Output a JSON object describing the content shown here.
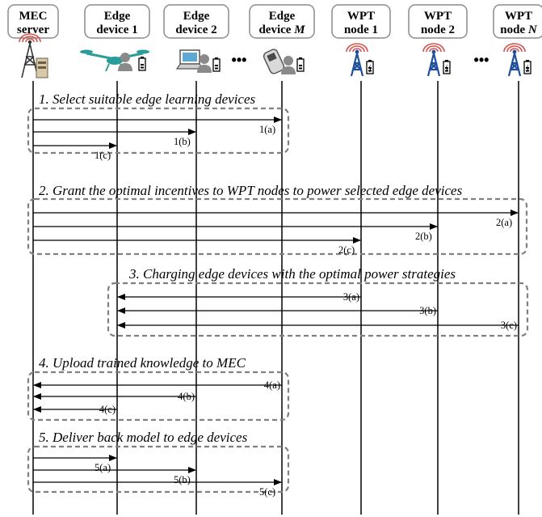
{
  "participants": [
    {
      "line1": "MEC",
      "line2": "server",
      "line2_italic_suffix": "",
      "icon": "mec-server-tower-icon"
    },
    {
      "line1": "Edge",
      "line2": "device 1",
      "line2_italic_suffix": "",
      "icon": "drone-icon"
    },
    {
      "line1": "Edge",
      "line2": "device 2",
      "line2_italic_suffix": "",
      "icon": "laptop-icon"
    },
    {
      "line1": "Edge",
      "line2": "device ",
      "line2_italic_suffix": "M",
      "icon": "mobile-phone-icon"
    },
    {
      "line1": "WPT",
      "line2": "node 1",
      "line2_italic_suffix": "",
      "icon": "wpt-tower-icon"
    },
    {
      "line1": "WPT",
      "line2": "node 2",
      "line2_italic_suffix": "",
      "icon": "wpt-tower-icon"
    },
    {
      "line1": "WPT",
      "line2": "node ",
      "line2_italic_suffix": "N",
      "icon": "wpt-tower-icon"
    }
  ],
  "ellipsis": "•••",
  "steps": [
    {
      "title": "1. Select suitable edge learning devices",
      "messages": [
        {
          "from": 0,
          "to": 3,
          "label": "1(a)"
        },
        {
          "from": 0,
          "to": 2,
          "label": "1(b)"
        },
        {
          "from": 0,
          "to": 1,
          "label": "1(c)"
        }
      ]
    },
    {
      "title": "2. Grant the optimal incentives to WPT nodes to power selected edge devices",
      "messages": [
        {
          "from": 0,
          "to": 6,
          "label": "2(a)"
        },
        {
          "from": 0,
          "to": 5,
          "label": "2(b)"
        },
        {
          "from": 0,
          "to": 4,
          "label": "2(c)"
        }
      ]
    },
    {
      "title": "3. Charging edge devices with the optimal power strategies",
      "messages": [
        {
          "from": 4,
          "to": 1,
          "label": "3(a)"
        },
        {
          "from": 5,
          "to": 1,
          "label": "3(b)"
        },
        {
          "from": 6,
          "to": 1,
          "label": "3(c)"
        }
      ]
    },
    {
      "title": "4. Upload trained knowledge to MEC",
      "messages": [
        {
          "from": 3,
          "to": 0,
          "label": "4(a)"
        },
        {
          "from": 2,
          "to": 0,
          "label": "4(b)"
        },
        {
          "from": 1,
          "to": 0,
          "label": "4(c)"
        }
      ]
    },
    {
      "title": "5. Deliver back model to edge devices",
      "messages": [
        {
          "from": 0,
          "to": 1,
          "label": "5(a)"
        },
        {
          "from": 0,
          "to": 2,
          "label": "5(b)"
        },
        {
          "from": 0,
          "to": 3,
          "label": "5(c)"
        }
      ]
    }
  ],
  "colors": {
    "drone": "#2a9d9a",
    "wpt_tower": "#1f4e9c",
    "signal": "#d9534f",
    "laptop_screen": "#5fa8d3",
    "person": "#8a8a8a",
    "server_box": "#d8c9a8"
  }
}
